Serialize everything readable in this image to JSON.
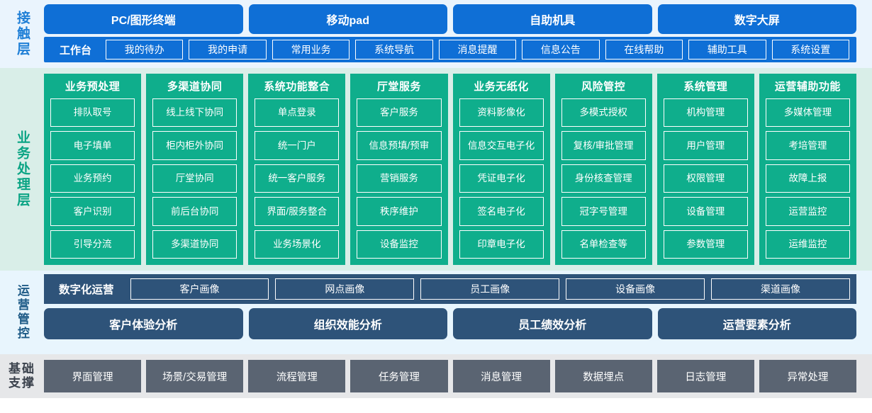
{
  "colors": {
    "contact_accent": "#0f6fd6",
    "contact_bg": "#eaf4fd",
    "business_accent": "#0fae8c",
    "business_bg": "#d9eee8",
    "ops_accent": "#2e5379",
    "ops_bg": "#e8f5fd",
    "base_accent": "#5a6472",
    "base_bg": "#e6e7e9"
  },
  "contact_layer": {
    "label": "接触层",
    "channels": [
      {
        "label": "PC/图形终端"
      },
      {
        "label": "移动pad"
      },
      {
        "label": "自助机具"
      },
      {
        "label": "数字大屏"
      }
    ],
    "workbench_title": "工作台",
    "workbench_items": [
      {
        "label": "我的待办"
      },
      {
        "label": "我的申请"
      },
      {
        "label": "常用业务"
      },
      {
        "label": "系统导航"
      },
      {
        "label": "消息提醒"
      },
      {
        "label": "信息公告"
      },
      {
        "label": "在线帮助"
      },
      {
        "label": "辅助工具"
      },
      {
        "label": "系统设置"
      }
    ]
  },
  "business_layer": {
    "label": "业务处理层",
    "columns": [
      {
        "title": "业务预处理",
        "items": [
          {
            "label": "排队取号"
          },
          {
            "label": "电子填单"
          },
          {
            "label": "业务预约"
          },
          {
            "label": "客户识别"
          },
          {
            "label": "引导分流"
          }
        ]
      },
      {
        "title": "多渠道协同",
        "items": [
          {
            "label": "线上线下协同"
          },
          {
            "label": "柜内柜外协同"
          },
          {
            "label": "厅堂协同"
          },
          {
            "label": "前后台协同"
          },
          {
            "label": "多渠道协同"
          }
        ]
      },
      {
        "title": "系统功能整合",
        "items": [
          {
            "label": "单点登录"
          },
          {
            "label": "统一门户"
          },
          {
            "label": "统一客户服务"
          },
          {
            "label": "界面/服务整合"
          },
          {
            "label": "业务场景化"
          }
        ]
      },
      {
        "title": "厅堂服务",
        "items": [
          {
            "label": "客户服务"
          },
          {
            "label": "信息预填/预审"
          },
          {
            "label": "营销服务"
          },
          {
            "label": "秩序维护"
          },
          {
            "label": "设备监控"
          }
        ]
      },
      {
        "title": "业务无纸化",
        "items": [
          {
            "label": "资料影像化"
          },
          {
            "label": "信息交互电子化"
          },
          {
            "label": "凭证电子化"
          },
          {
            "label": "签名电子化"
          },
          {
            "label": "印章电子化"
          }
        ]
      },
      {
        "title": "风险管控",
        "items": [
          {
            "label": "多模式授权"
          },
          {
            "label": "复核/审批管理"
          },
          {
            "label": "身份核查管理"
          },
          {
            "label": "冠字号管理"
          },
          {
            "label": "名单检查等"
          }
        ]
      },
      {
        "title": "系统管理",
        "items": [
          {
            "label": "机构管理"
          },
          {
            "label": "用户管理"
          },
          {
            "label": "权限管理"
          },
          {
            "label": "设备管理"
          },
          {
            "label": "参数管理"
          }
        ]
      },
      {
        "title": "运营辅助功能",
        "items": [
          {
            "label": "多媒体管理"
          },
          {
            "label": "考培管理"
          },
          {
            "label": "故障上报"
          },
          {
            "label": "运营监控"
          },
          {
            "label": "运维监控"
          }
        ]
      }
    ]
  },
  "ops_layer": {
    "label": "运营管控",
    "portrait_title": "数字化运营",
    "portrait_items": [
      {
        "label": "客户画像"
      },
      {
        "label": "网点画像"
      },
      {
        "label": "员工画像"
      },
      {
        "label": "设备画像"
      },
      {
        "label": "渠道画像"
      }
    ],
    "analysis_items": [
      {
        "label": "客户体验分析"
      },
      {
        "label": "组织效能分析"
      },
      {
        "label": "员工绩效分析"
      },
      {
        "label": "运营要素分析"
      }
    ]
  },
  "base_layer": {
    "label": "基础\n支撑",
    "label_line1": "基础",
    "label_line2": "支撑",
    "items": [
      {
        "label": "界面管理"
      },
      {
        "label": "场景/交易管理"
      },
      {
        "label": "流程管理"
      },
      {
        "label": "任务管理"
      },
      {
        "label": "消息管理"
      },
      {
        "label": "数据埋点"
      },
      {
        "label": "日志管理"
      },
      {
        "label": "异常处理"
      }
    ]
  }
}
